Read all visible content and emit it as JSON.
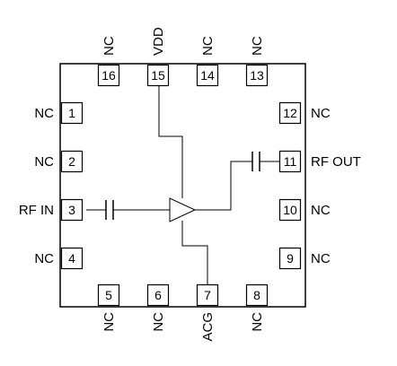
{
  "pins": [
    {
      "number": "1",
      "name": "NC"
    },
    {
      "number": "2",
      "name": "NC"
    },
    {
      "number": "3",
      "name": "RF IN"
    },
    {
      "number": "4",
      "name": "NC"
    },
    {
      "number": "5",
      "name": "NC"
    },
    {
      "number": "6",
      "name": "NC"
    },
    {
      "number": "7",
      "name": "ACG"
    },
    {
      "number": "8",
      "name": "NC"
    },
    {
      "number": "9",
      "name": "NC"
    },
    {
      "number": "10",
      "name": "NC"
    },
    {
      "number": "11",
      "name": "RF OUT"
    },
    {
      "number": "12",
      "name": "NC"
    },
    {
      "number": "13",
      "name": "NC"
    },
    {
      "number": "14",
      "name": "NC"
    },
    {
      "number": "15",
      "name": "VDD"
    },
    {
      "number": "16",
      "name": "NC"
    }
  ]
}
